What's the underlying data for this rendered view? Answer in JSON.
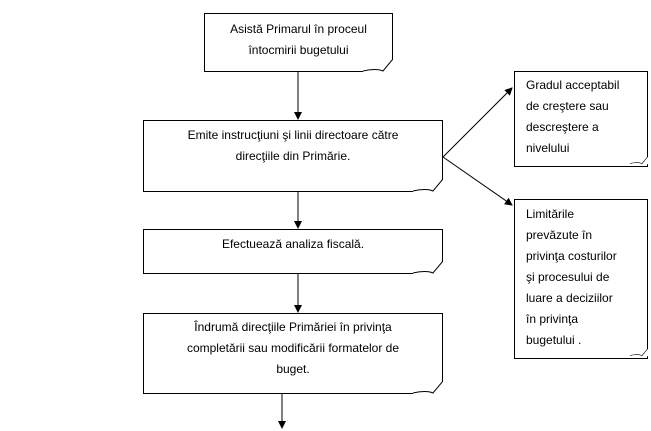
{
  "diagram": {
    "nodes": [
      {
        "id": "n1",
        "text": "Asistă Primarul în proceul\nîntocmirii bugetului"
      },
      {
        "id": "n2",
        "text": "Emite instrucţiuni şi linii directoare către\ndirecţiile din Primărie."
      },
      {
        "id": "n3",
        "text": "Efectuează analiza fiscală."
      },
      {
        "id": "n4",
        "text": "Îndrumă direcţiile Primăriei în privinţa\ncompletării sau modificării formatelor de\nbuget."
      },
      {
        "id": "s1",
        "text": "Gradul acceptabil\nde creştere sau\ndescreştere a\nnivelului"
      },
      {
        "id": "s2",
        "text": "Limitările\nprevăzute în\nprivinţa costurilor\nşi procesului de\nluare a deciziilor\nîn privinţa\nbugetului ."
      }
    ],
    "edges": [
      {
        "from": "n1",
        "to": "n2"
      },
      {
        "from": "n2",
        "to": "n3"
      },
      {
        "from": "n3",
        "to": "n4"
      },
      {
        "from": "n4",
        "to": ""
      },
      {
        "from": "n2",
        "to": "s1"
      },
      {
        "from": "n2",
        "to": "s2"
      }
    ]
  }
}
